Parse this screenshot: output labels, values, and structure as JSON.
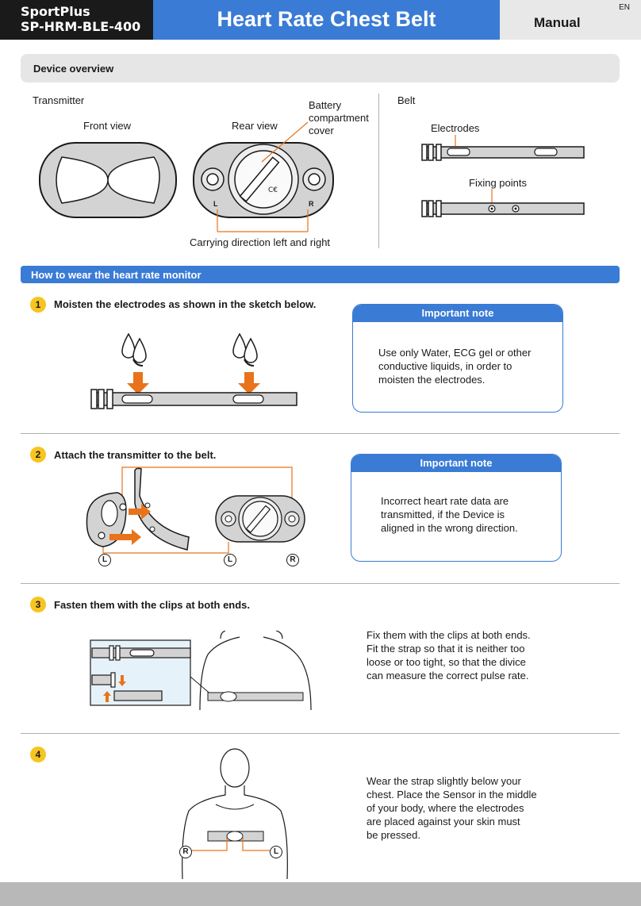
{
  "header": {
    "brand": "SportPlus",
    "model": "SP-HRM-BLE-400",
    "title": "Heart Rate Chest Belt",
    "doc_type": "Manual",
    "language": "EN"
  },
  "overview": {
    "heading": "Device overview",
    "transmitter_label": "Transmitter",
    "front_view": "Front view",
    "rear_view": "Rear view",
    "battery_label_1": "Battery",
    "battery_label_2": "compartment",
    "battery_label_3": "cover",
    "left_mark": "L",
    "right_mark": "R",
    "carrying_direction": "Carrying direction left and right",
    "belt_label": "Belt",
    "electrodes": "Electrodes",
    "fixing_points": "Fixing points"
  },
  "howto": {
    "heading": "How to wear the heart rate monitor",
    "steps": [
      {
        "num": "1",
        "title": "Moisten the electrodes as shown in the sketch below."
      },
      {
        "num": "2",
        "title": "Attach the transmitter to the belt."
      },
      {
        "num": "3",
        "title": "Fasten them with the clips at both ends."
      },
      {
        "num": "4",
        "title": ""
      }
    ],
    "note1": {
      "title": "Important note",
      "lines": [
        "Use only Water, ECG gel or other",
        "conductive liquids, in order to",
        "moisten the electrodes."
      ]
    },
    "note2": {
      "title": "Important note",
      "lines": [
        "Incorrect heart rate data are",
        "transmitted, if the Device is",
        "aligned in the wrong direction."
      ]
    },
    "step3_text": [
      "Fix them with the clips at both ends.",
      "Fit the strap so that it is neither too",
      "loose or too tight, so that the divice",
      "can measure the correct pulse rate."
    ],
    "step4_text": [
      "Wear the strap slightly below your",
      "chest. Place the Sensor in the middle",
      "of your body, where the electrodes",
      "are placed against your skin must",
      "be pressed."
    ],
    "mark_l": "L",
    "mark_r": "R"
  },
  "colors": {
    "accent_blue": "#3a7bd5",
    "arrow_orange": "#e8731a",
    "badge_yellow": "#f7c520",
    "device_grey": "#d3d3d3"
  }
}
